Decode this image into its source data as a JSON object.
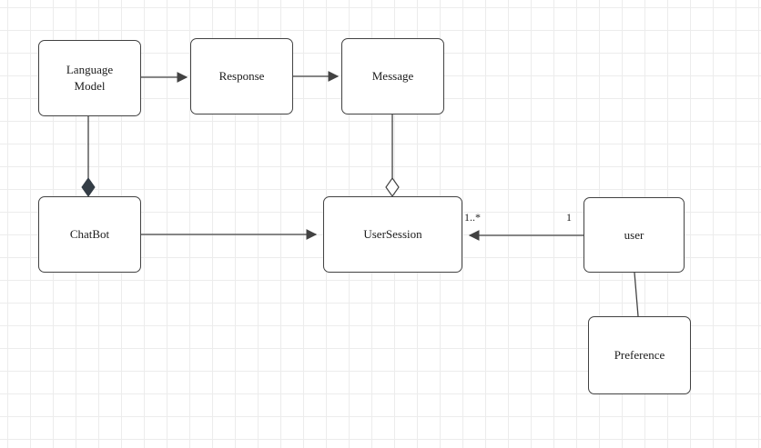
{
  "diagram": {
    "type": "uml-class-diagram",
    "nodes": [
      {
        "id": "language-model",
        "label": "Language\nModel"
      },
      {
        "id": "response",
        "label": "Response"
      },
      {
        "id": "message",
        "label": "Message"
      },
      {
        "id": "chatbot",
        "label": "ChatBot"
      },
      {
        "id": "user-session",
        "label": "UserSession"
      },
      {
        "id": "user",
        "label": "user"
      },
      {
        "id": "preference",
        "label": "Preference"
      }
    ],
    "edges": [
      {
        "from": "language-model",
        "to": "response",
        "type": "arrow"
      },
      {
        "from": "response",
        "to": "message",
        "type": "arrow"
      },
      {
        "from": "language-model",
        "to": "chatbot",
        "type": "composition",
        "diamond": "filled",
        "diamond_at": "chatbot"
      },
      {
        "from": "message",
        "to": "user-session",
        "type": "aggregation",
        "diamond": "hollow",
        "diamond_at": "user-session"
      },
      {
        "from": "chatbot",
        "to": "user-session",
        "type": "arrow"
      },
      {
        "from": "user",
        "to": "user-session",
        "type": "arrow",
        "target_multiplicity": "1..*",
        "source_multiplicity": "1"
      },
      {
        "from": "user",
        "to": "preference",
        "type": "line"
      }
    ],
    "edge_labels": {
      "usersession_multiplicity": "1..*",
      "user_multiplicity": "1"
    },
    "colors": {
      "line": "#424242",
      "node_border": "#424242",
      "node_fill": "#ffffff",
      "composition_diamond_fill": "#343d46",
      "grid_line": "#ececec",
      "text": "#1b1b1b"
    }
  }
}
